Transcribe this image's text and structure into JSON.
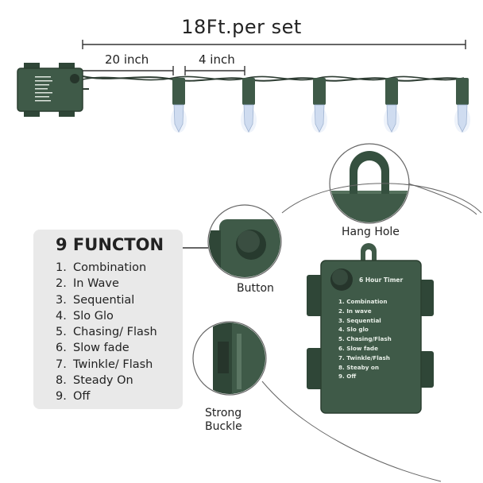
{
  "dimensions": {
    "total": "18Ft.per set",
    "lead": "20 inch",
    "spacing": "4 inch"
  },
  "functions": {
    "title": "9 FUNCTON",
    "items": [
      {
        "num": "1.",
        "label": "Combination"
      },
      {
        "num": "2.",
        "label": "In Wave"
      },
      {
        "num": "3.",
        "label": "Sequential"
      },
      {
        "num": "4.",
        "label": "Slo Glo"
      },
      {
        "num": "5.",
        "label": "Chasing/ Flash"
      },
      {
        "num": "6.",
        "label": "Slow fade"
      },
      {
        "num": "7.",
        "label": "Twinkle/ Flash"
      },
      {
        "num": "8.",
        "label": "Steady On"
      },
      {
        "num": "9.",
        "label": "Off"
      }
    ]
  },
  "callouts": {
    "hang_hole": "Hang Hole",
    "button": "Button",
    "buckle_line1": "Strong",
    "buckle_line2": "Buckle"
  },
  "battery_box": {
    "timer": "6 Hour Timer",
    "items": [
      "1. Combination",
      "2. In wave",
      "3. Sequential",
      "4. Slo glo",
      "5. Chasing/Flash",
      "6. Slow fade",
      "7. Twinkle/Flash",
      "8. Steaby on",
      "9. Off"
    ]
  },
  "colors": {
    "housing_green": "#3f5a48",
    "housing_dark": "#2f4637",
    "panel_gray": "#e9e9e9",
    "wire": "#2e3d33"
  }
}
